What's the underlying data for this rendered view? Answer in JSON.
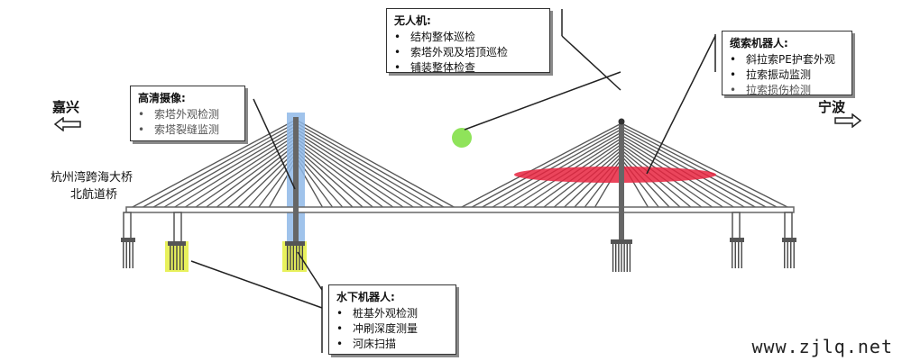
{
  "colors": {
    "cable": "#555555",
    "deck": "#666666",
    "tower_highlight": "#8fb8e8",
    "pile_highlight": "#e6f04a",
    "drone_dot": "#8fe35a",
    "cable_band": "#e8253f"
  },
  "left_city": "嘉兴",
  "right_city": "宁波",
  "bridge_name_line1": "杭州湾跨海大桥",
  "bridge_name_line2": "北航道桥",
  "hd_camera": {
    "title": "高清摄像:",
    "items": [
      "索塔外观检测",
      "索塔裂缝监测"
    ]
  },
  "drone": {
    "title": "无人机:",
    "items": [
      "结构整体巡检",
      "索塔外观及塔顶巡检",
      "铺装整体检查"
    ]
  },
  "cable_robot": {
    "title": "缆索机器人:",
    "items": [
      "斜拉索PE护套外观",
      "拉索振动监测",
      "拉索损伤检测"
    ]
  },
  "underwater_robot": {
    "title": "水下机器人:",
    "items": [
      "桩基外观检测",
      "冲刷深度测量",
      "河床扫描"
    ]
  },
  "watermark": "www.zjlq.net"
}
